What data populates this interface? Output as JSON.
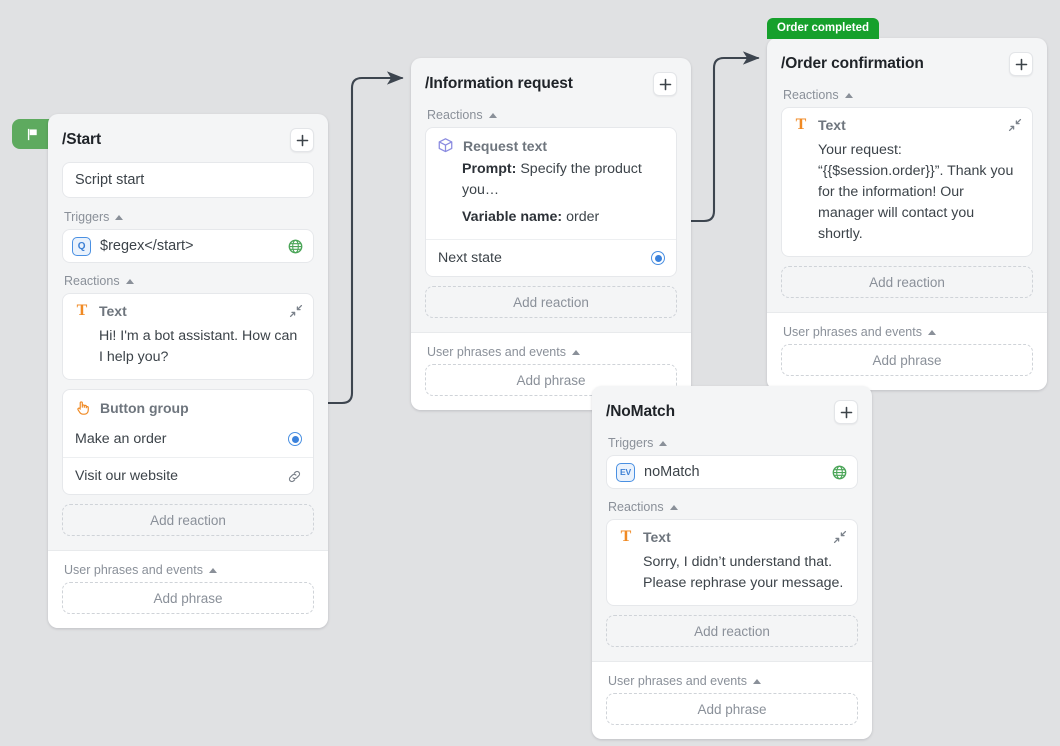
{
  "canvas": {
    "background": "#e0e1e3"
  },
  "colors": {
    "accent_green": "#16a02c",
    "flag_green": "#5eaa5f",
    "text_orange": "#f08a24",
    "cube_purple": "#8b8ce0",
    "radio_blue": "#3b82dc",
    "globe_green": "#4ba558"
  },
  "nodes": [
    {
      "id": "start",
      "title": "/Start",
      "flag_icon": "flag-icon",
      "add_button_icon": "plus-icon",
      "script_name_value": "Script start",
      "triggers_label": "Triggers",
      "triggers": [
        {
          "badge": "Q",
          "badge_icon": "question-badge-icon",
          "text": "$regex</start>",
          "right_icon": "globe-icon"
        }
      ],
      "reactions_label": "Reactions",
      "reactions": [
        {
          "type": "text",
          "icon": "text-icon",
          "name": "Text",
          "collapse_icon": "collapse-icon",
          "body": "Hi! I'm a bot assistant. How can I help you?"
        },
        {
          "type": "buttons",
          "icon": "pointer-hand-icon",
          "name": "Button group",
          "items": [
            {
              "label": "Make an order",
              "right_icon": "radio-selected-icon"
            },
            {
              "label": "Visit our website",
              "right_icon": "link-icon"
            }
          ]
        }
      ],
      "add_reaction_label": "Add reaction",
      "phrases_label": "User phrases and events",
      "add_phrase_label": "Add phrase"
    },
    {
      "id": "information-request",
      "title": "/Information request",
      "add_button_icon": "plus-icon",
      "reactions_label": "Reactions",
      "reactions": [
        {
          "type": "request-text",
          "icon": "cube-icon",
          "name": "Request text",
          "fields": [
            {
              "key": "Prompt:",
              "value": "Specify the product you…"
            },
            {
              "key": "Variable name:",
              "value": "order"
            }
          ],
          "items": [
            {
              "label": "Next state",
              "right_icon": "radio-selected-icon"
            }
          ]
        }
      ],
      "add_reaction_label": "Add reaction",
      "phrases_label": "User phrases and events",
      "add_phrase_label": "Add phrase"
    },
    {
      "id": "order-confirmation",
      "title": "/Order confirmation",
      "banner": "Order completed",
      "add_button_icon": "plus-icon",
      "reactions_label": "Reactions",
      "reactions": [
        {
          "type": "text",
          "icon": "text-icon",
          "name": "Text",
          "collapse_icon": "collapse-icon",
          "body": "Your request: “{{$session.order}}”. Thank you for the information! Our manager will contact you shortly."
        }
      ],
      "add_reaction_label": "Add reaction",
      "phrases_label": "User phrases and events",
      "add_phrase_label": "Add phrase"
    },
    {
      "id": "nomatch",
      "title": "/NoMatch",
      "add_button_icon": "plus-icon",
      "triggers_label": "Triggers",
      "triggers": [
        {
          "badge": "EV",
          "badge_icon": "event-badge-icon",
          "text": "noMatch",
          "right_icon": "globe-icon"
        }
      ],
      "reactions_label": "Reactions",
      "reactions": [
        {
          "type": "text",
          "icon": "text-icon",
          "name": "Text",
          "collapse_icon": "collapse-icon",
          "body": "Sorry, I didn’t understand that. Please rephrase your message."
        }
      ],
      "add_reaction_label": "Add reaction",
      "phrases_label": "User phrases and events",
      "add_phrase_label": "Add phrase"
    }
  ],
  "connectors": [
    {
      "from": "start.make-an-order",
      "to": "information-request"
    },
    {
      "from": "information-request.next-state",
      "to": "order-confirmation"
    }
  ]
}
